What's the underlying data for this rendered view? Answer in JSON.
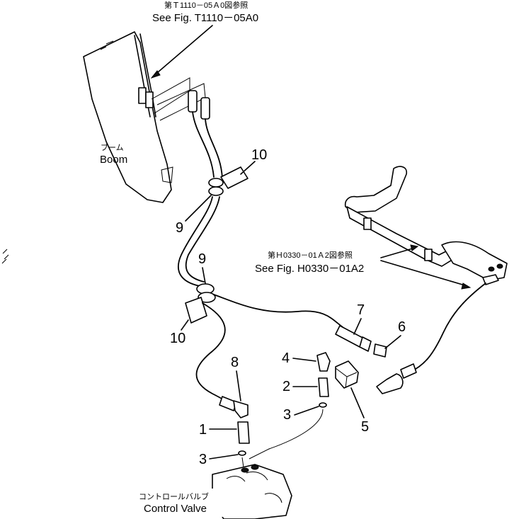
{
  "references": {
    "top": {
      "jp": "第Ｔ1110－05Ａ0図参照",
      "en": "See Fig. T1110－05A0"
    },
    "right": {
      "jp": "第Ｈ0330－01Ａ2図参照",
      "en": "See Fig. H0330－01A2"
    }
  },
  "components": {
    "boom": {
      "jp": "ブーム",
      "en": "Boom"
    },
    "control_valve": {
      "jp": "コントロールバルブ",
      "en": "Control Valve"
    }
  },
  "callouts": {
    "p1": "1",
    "p2": "2",
    "p3a": "3",
    "p3b": "3",
    "p4": "4",
    "p5": "5",
    "p6": "6",
    "p7": "7",
    "p8": "8",
    "p9a": "9",
    "p9b": "9",
    "p10a": "10",
    "p10b": "10"
  }
}
